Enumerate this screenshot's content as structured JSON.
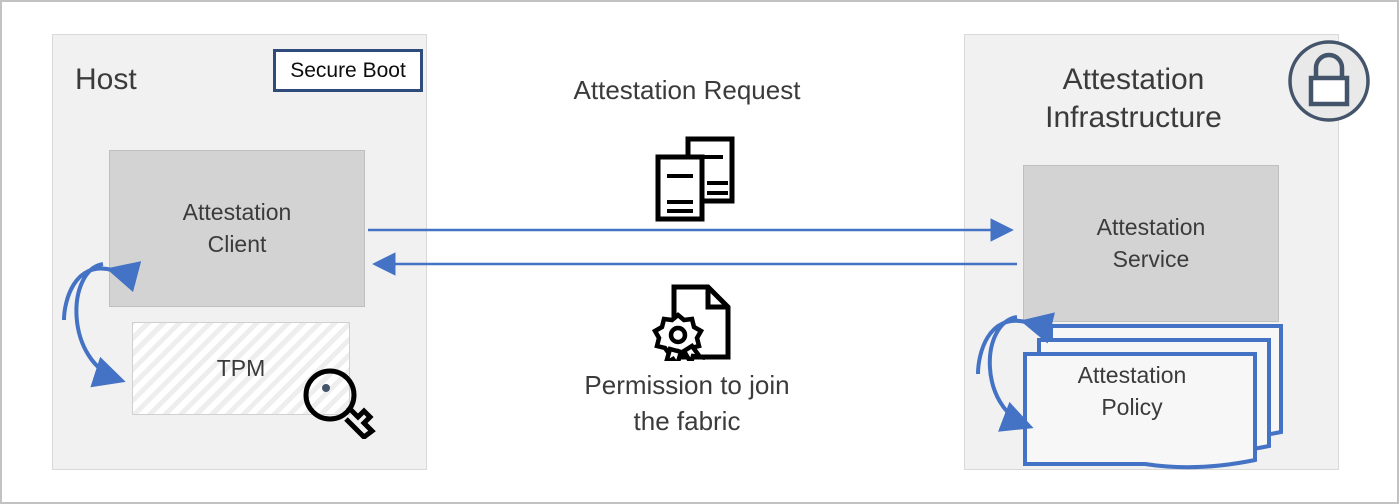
{
  "diagram": {
    "title": "Attestation flow between Host and Attestation Infrastructure",
    "colors": {
      "arrow_blue": "#4472c4",
      "panel_fill": "#f1f1f1",
      "panel_border": "#d9d9d9",
      "solid_box_fill": "#d3d3d3",
      "solid_box_border": "#bfbfbf",
      "secure_boot_border": "#2e4b7c",
      "lock_stroke": "#44546a",
      "text": "#3b3b3b"
    }
  },
  "host": {
    "title": "Host",
    "secure_boot_label": "Secure Boot",
    "attestation_client_label": "Attestation\nClient",
    "tpm_label": "TPM",
    "key_icon_name": "key-icon"
  },
  "center": {
    "attestation_request_label": "Attestation Request",
    "permission_label": "Permission to join\nthe fabric",
    "documents_icon_name": "documents-icon",
    "certificate_icon_name": "certificate-icon"
  },
  "infrastructure": {
    "title": "Attestation\nInfrastructure",
    "attestation_service_label": "Attestation\nService",
    "attestation_policy_label": "Attestation\nPolicy",
    "lock_icon_name": "lock-badge-icon"
  },
  "connectors": [
    {
      "name": "request-arrow",
      "from": "Attestation Client",
      "to": "Attestation Service",
      "direction": "right"
    },
    {
      "name": "response-arrow",
      "from": "Attestation Service",
      "to": "Attestation Client",
      "direction": "left"
    },
    {
      "name": "host-client-tpm-arrow",
      "between": "Attestation Client and TPM",
      "direction": "bidirectional-curved"
    },
    {
      "name": "service-policy-arrow",
      "between": "Attestation Service and Attestation Policy",
      "direction": "bidirectional-curved"
    }
  ]
}
